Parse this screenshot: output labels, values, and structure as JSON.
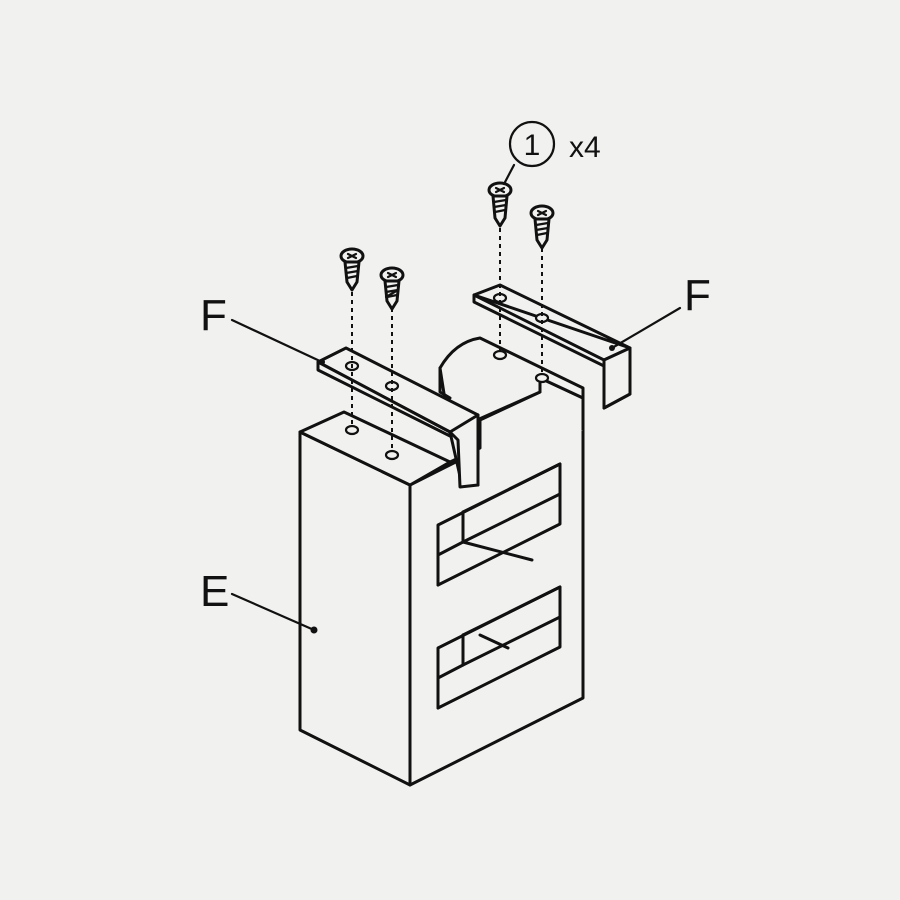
{
  "labels": {
    "part_e": "E",
    "part_f_left": "F",
    "part_f_right": "F",
    "screw_callout_number": "1",
    "screw_quantity": "x4"
  }
}
